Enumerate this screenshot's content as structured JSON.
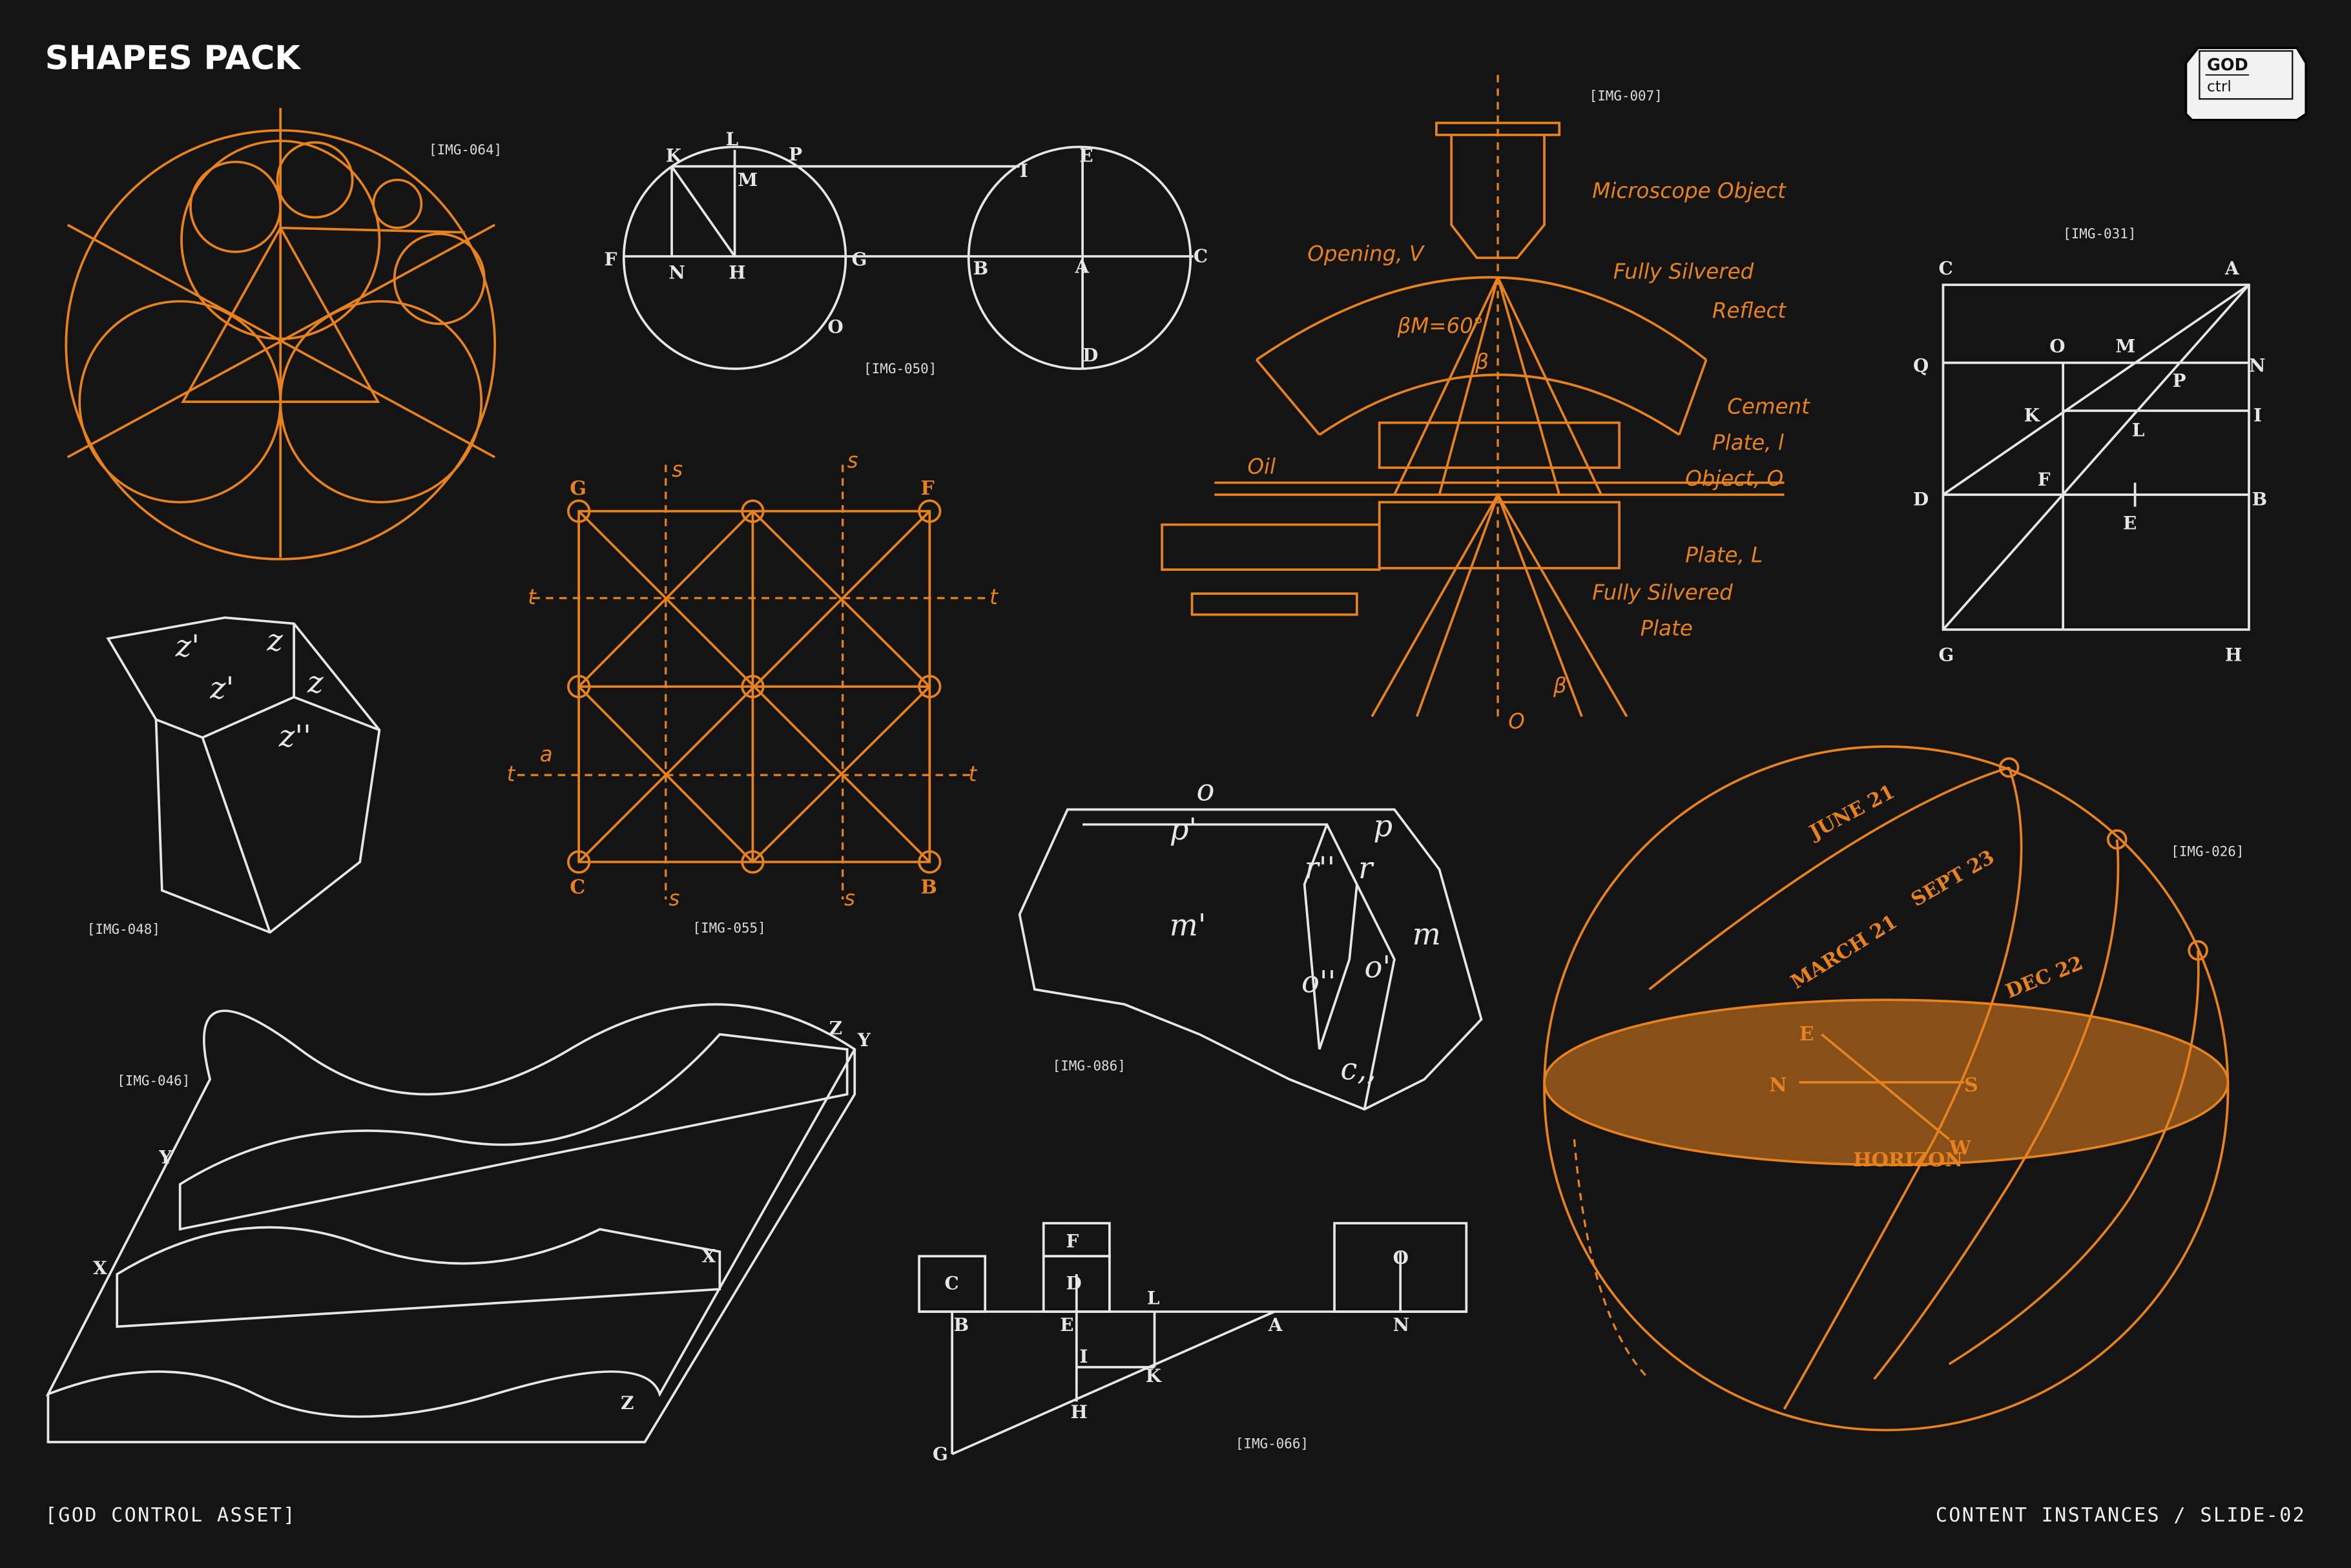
{
  "title": "SHAPES PACK",
  "logo": {
    "line1": "GOD",
    "line2": "ctrl"
  },
  "footer": {
    "left": "[GOD CONTROL ASSET]",
    "right": "CONTENT INSTANCES / SLIDE-02"
  },
  "colors": {
    "background": "#141414",
    "accent": "#e8821e",
    "line": "#e6e6e6"
  },
  "figures": {
    "img064": {
      "caption": "[IMG-064]"
    },
    "img050": {
      "caption": "[IMG-050]",
      "labels": [
        "K",
        "L",
        "P",
        "M",
        "F",
        "N",
        "H",
        "G",
        "O",
        "I",
        "E",
        "C",
        "B",
        "A",
        "D"
      ]
    },
    "img007": {
      "caption": "[IMG-007]",
      "labels": [
        "Microscope Object",
        "Opening, V",
        "Fully Silvered",
        "Reflect",
        "βM=60°",
        "β",
        "Cement",
        "Plate, l",
        "Object, O",
        "Oil",
        "Plate, L",
        "Fully Silvered",
        "Plate",
        "O",
        "β"
      ]
    },
    "img031": {
      "caption": "[IMG-031]",
      "labels": [
        "C",
        "A",
        "Q",
        "O",
        "M",
        "N",
        "P",
        "K",
        "I",
        "L",
        "D",
        "F",
        "B",
        "E",
        "G",
        "H"
      ]
    },
    "img055": {
      "caption": "[IMG-055]",
      "labels": [
        "G",
        "F",
        "C",
        "B",
        "s",
        "s",
        "s",
        "s",
        "t",
        "t",
        "t",
        "t",
        "a"
      ]
    },
    "img048": {
      "caption": "[IMG-048]",
      "labels": [
        "z'",
        "z",
        "z'",
        "z",
        "z''"
      ]
    },
    "img086": {
      "caption": "[IMG-086]",
      "labels": [
        "o",
        "p'",
        "p",
        "r''",
        "r",
        "m'",
        "m",
        "o''",
        "o'",
        "c,,"
      ]
    },
    "img046": {
      "caption": "[IMG-046]",
      "labels": [
        "Z",
        "Y",
        "Y",
        "X",
        "X",
        "Z"
      ]
    },
    "img066": {
      "caption": "[IMG-066]",
      "labels": [
        "C",
        "B",
        "F",
        "D",
        "E",
        "L",
        "A",
        "O",
        "N",
        "I",
        "K",
        "H",
        "G"
      ]
    },
    "img026": {
      "caption": "[IMG-026]",
      "labels": [
        "JUNE 21",
        "SEPT 23",
        "MARCH 21",
        "DEC 22",
        "E",
        "N",
        "S",
        "W",
        "HORIZON"
      ]
    }
  }
}
